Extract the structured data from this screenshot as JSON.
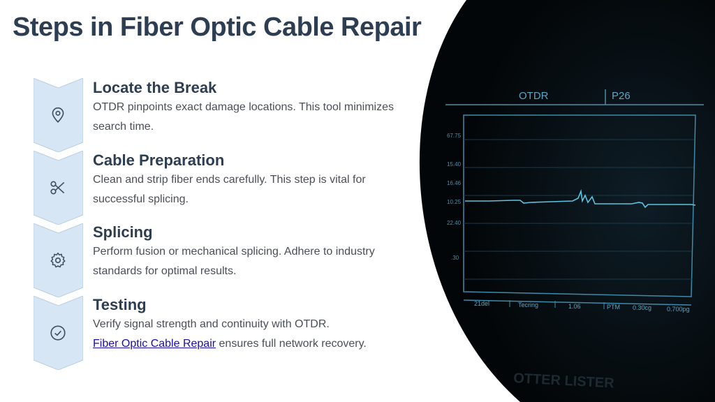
{
  "title": "Steps in Fiber Optic Cable Repair",
  "accent_color": "#d6e6f4",
  "steps": [
    {
      "heading": "Locate the Break",
      "icon": "map-pin-icon",
      "text": "OTDR pinpoints exact damage locations. This tool minimizes search time."
    },
    {
      "heading": "Cable Preparation",
      "icon": "scissors-icon",
      "text": "Clean and strip fiber ends carefully. This step is vital for successful splicing."
    },
    {
      "heading": "Splicing",
      "icon": "gear-icon",
      "text": "Perform fusion or mechanical splicing. Adhere to industry standards for optimal results."
    },
    {
      "heading": "Testing",
      "icon": "check-circle-icon",
      "text_before": "Verify signal strength and continuity with OTDR.",
      "link": "Fiber Optic Cable Repair",
      "text_after": "ensures full network recovery."
    }
  ],
  "screen": {
    "header_left": "OTDR",
    "header_right": "P26",
    "y_ticks": [
      "67.75",
      "15.40",
      "16.46",
      "10.25",
      "22.40",
      ".30"
    ],
    "x_ticks": [
      "21del",
      "Tecring",
      "1.06",
      "PTM",
      "0.30cg",
      "0.700pg"
    ],
    "footer": "OTTER LISTER"
  }
}
